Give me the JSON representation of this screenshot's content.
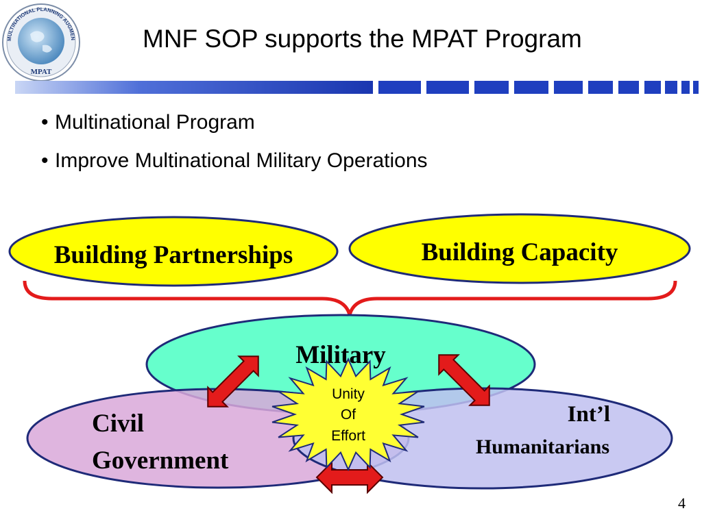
{
  "slide": {
    "title": "MNF SOP supports the MPAT Program",
    "page_number": "4",
    "logo": {
      "top_text": "MULTINATIONAL PLANNING AUGMENTATION TEAM",
      "label": "MPAT"
    }
  },
  "bullets": [
    "Multinational Program",
    "Improve Multinational Military Operations"
  ],
  "ovals": {
    "partnerships": "Building Partnerships",
    "capacity": "Building Capacity",
    "military": "Military",
    "civil_line1": "Civil",
    "civil_line2": "Government",
    "intl_line1": "Int’l",
    "intl_line2": "Humanitarians"
  },
  "center": {
    "line1": "Unity",
    "line2": "Of",
    "line3": "Effort"
  },
  "colors": {
    "yellow": "#ffff00",
    "navy": "#1e2a78",
    "mint": "#66ffcc",
    "pink": "#e6b3e6",
    "lavender": "#c8c8f0",
    "red": "#e31b1b",
    "bar_blue": "#1f3fbf"
  }
}
